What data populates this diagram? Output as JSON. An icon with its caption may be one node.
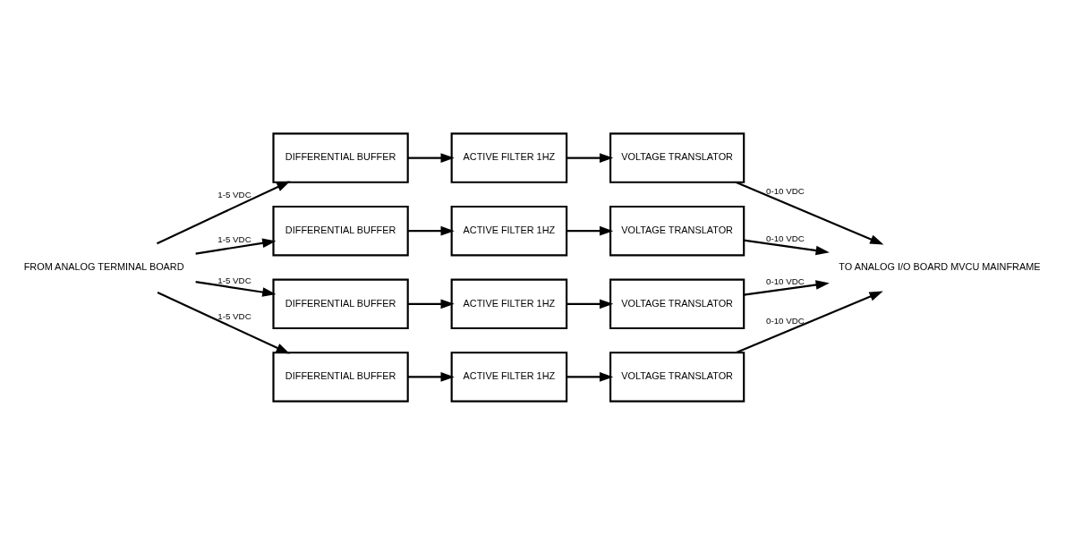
{
  "diagram": {
    "nodes": [
      {
        "text": [
          "FROM ANALOG TERMINAL BOARD"
        ]
      },
      {
        "text": [
          "DIFFERENTIAL BUFFER"
        ]
      },
      {
        "text": [
          "ACTIVE FILTER 1HZ"
        ]
      },
      {
        "text": [
          "VOLTAGE TRANSLATOR"
        ]
      },
      {
        "text": [
          "DIFFERENTIAL BUFFER"
        ]
      },
      {
        "text": [
          "ACTIVE FILTER 1HZ"
        ]
      },
      {
        "text": [
          "VOLTAGE TRANSLATOR"
        ]
      },
      {
        "text": [
          "DIFFERENTIAL BUFFER"
        ]
      },
      {
        "text": [
          "ACTIVE FILTER 1HZ"
        ]
      },
      {
        "text": [
          "VOLTAGE TRANSLATOR"
        ]
      },
      {
        "text": [
          "DIFFERENTIAL BUFFER"
        ]
      },
      {
        "text": [
          "ACTIVE FILTER 1HZ"
        ]
      },
      {
        "text": [
          "VOLTAGE TRANSLATOR"
        ]
      },
      {
        "text": [
          "TO ANALOG I/O BOARD MVCU MAINFRAME"
        ]
      }
    ],
    "edges": [
      {
        "from": 0,
        "to": 1,
        "arrow": "to",
        "label": "1-5 VDC"
      },
      {
        "from": 1,
        "to": 2,
        "arrow": "to"
      },
      {
        "from": 2,
        "to": 3,
        "arrow": "to"
      },
      {
        "from": 3,
        "to": 13,
        "arrow": "to",
        "label": "0-10 VDC"
      },
      {
        "from": 0,
        "to": 4,
        "arrow": "to",
        "label": "1-5 VDC"
      },
      {
        "from": 4,
        "to": 5,
        "arrow": "to"
      },
      {
        "from": 5,
        "to": 6,
        "arrow": "to"
      },
      {
        "from": 6,
        "to": 13,
        "arrow": "to",
        "label": "0-10 VDC"
      },
      {
        "from": 0,
        "to": 7,
        "arrow": "to",
        "label": "1-5 VDC"
      },
      {
        "from": 7,
        "to": 8,
        "arrow": "to"
      },
      {
        "from": 8,
        "to": 9,
        "arrow": "to"
      },
      {
        "from": 9,
        "to": 13,
        "arrow": "to",
        "label": "0-10 VDC"
      },
      {
        "from": 0,
        "to": 10,
        "arrow": "to",
        "label": "1-5 VDC"
      },
      {
        "from": 10,
        "to": 11,
        "arrow": "to"
      },
      {
        "from": 11,
        "to": 12,
        "arrow": "to"
      },
      {
        "from": 12,
        "to": 13,
        "arrow": "to",
        "label": "0-10 VDC"
      }
    ]
  }
}
